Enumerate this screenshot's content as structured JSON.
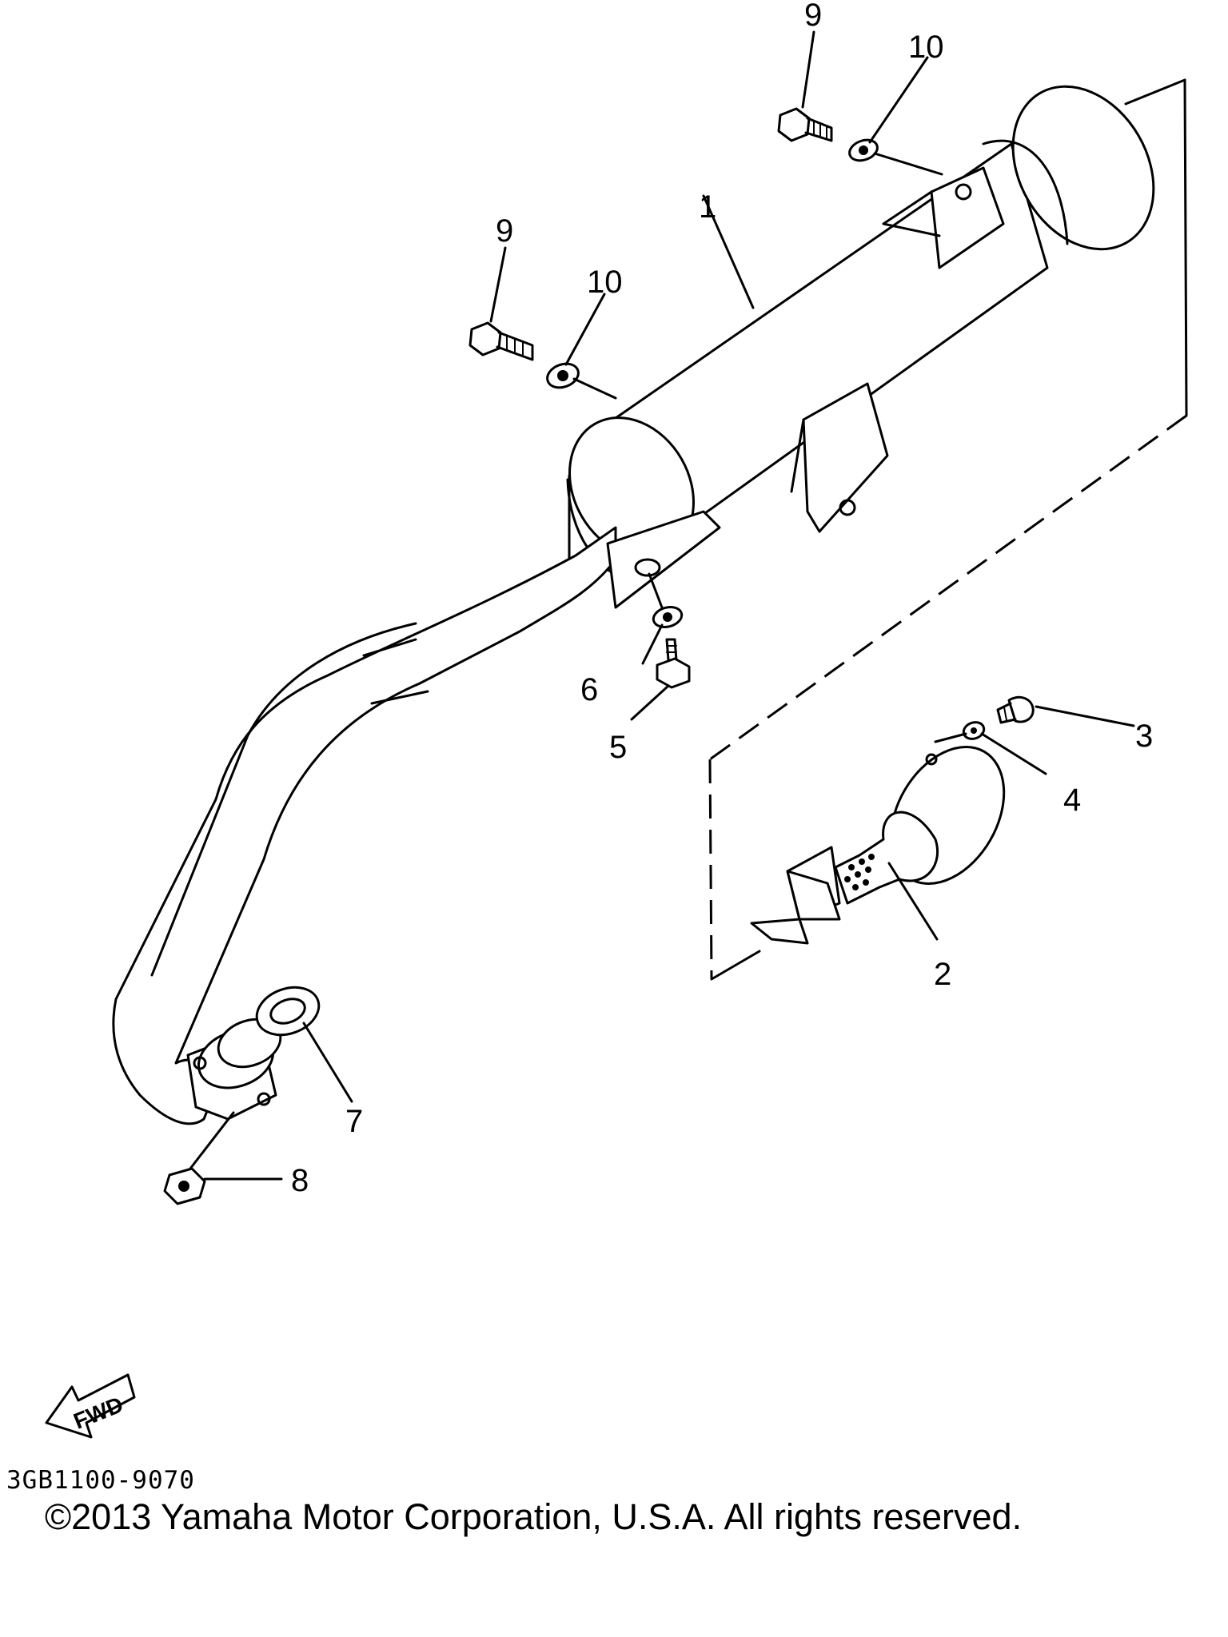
{
  "diagram": {
    "callouts": {
      "c1": "1",
      "c2": "2",
      "c3": "3",
      "c4": "4",
      "c5": "5",
      "c6": "6",
      "c7": "7",
      "c8": "8",
      "c9a": "9",
      "c9b": "9",
      "c10a": "10",
      "c10b": "10"
    },
    "fwd_label": "FWD",
    "code": "3GB1100-9070"
  },
  "footer": {
    "copyright": "©2013 Yamaha Motor Corporation, U.S.A. All rights reserved."
  }
}
